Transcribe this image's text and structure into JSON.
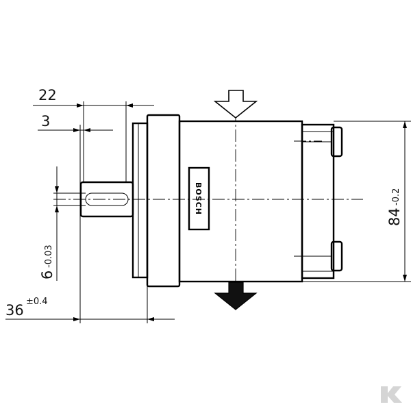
{
  "drawing": {
    "brand_label": "BOSCH",
    "dimensions": {
      "flange_length": "22",
      "shaft_key_offset": "3",
      "shaft_width": "6",
      "shaft_width_tol": "-0.03",
      "mount_distance": "36",
      "mount_distance_tol": "±0.4",
      "height": "84",
      "height_tol": "-0.2"
    },
    "watermark_logo_text": "K",
    "arrows": {
      "inlet": "outline-arrow-down",
      "outlet": "filled-arrow-down"
    }
  }
}
